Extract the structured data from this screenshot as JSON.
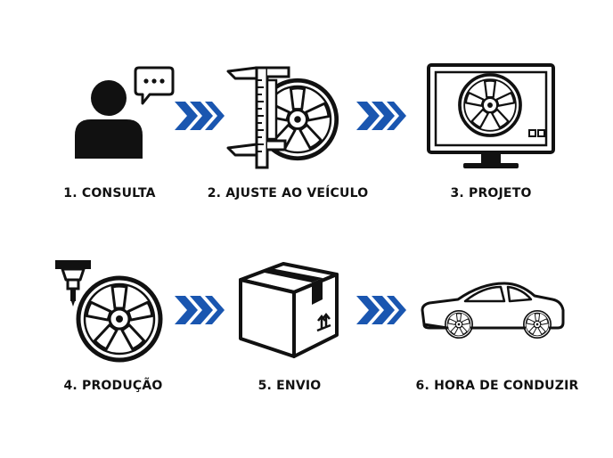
{
  "accent_color": "#1A56B0",
  "icon_color": "#111111",
  "steps": [
    {
      "label": "1. CONSULTA",
      "icon": "user-chat-icon"
    },
    {
      "label": "2. AJUSTE AO VEÍCULO",
      "icon": "caliper-wheel-icon"
    },
    {
      "label": "3. PROJETO",
      "icon": "monitor-wheel-icon"
    },
    {
      "label": "4. PRODUÇÃO",
      "icon": "cnc-wheel-icon"
    },
    {
      "label": "5. ENVIO",
      "icon": "box-icon"
    },
    {
      "label": "6. HORA DE CONDUZIR",
      "icon": "car-icon"
    }
  ],
  "arrows": [
    {
      "icon": "double-chevron-right-icon"
    },
    {
      "icon": "double-chevron-right-icon"
    },
    {
      "icon": "double-chevron-right-icon"
    },
    {
      "icon": "double-chevron-right-icon"
    }
  ]
}
